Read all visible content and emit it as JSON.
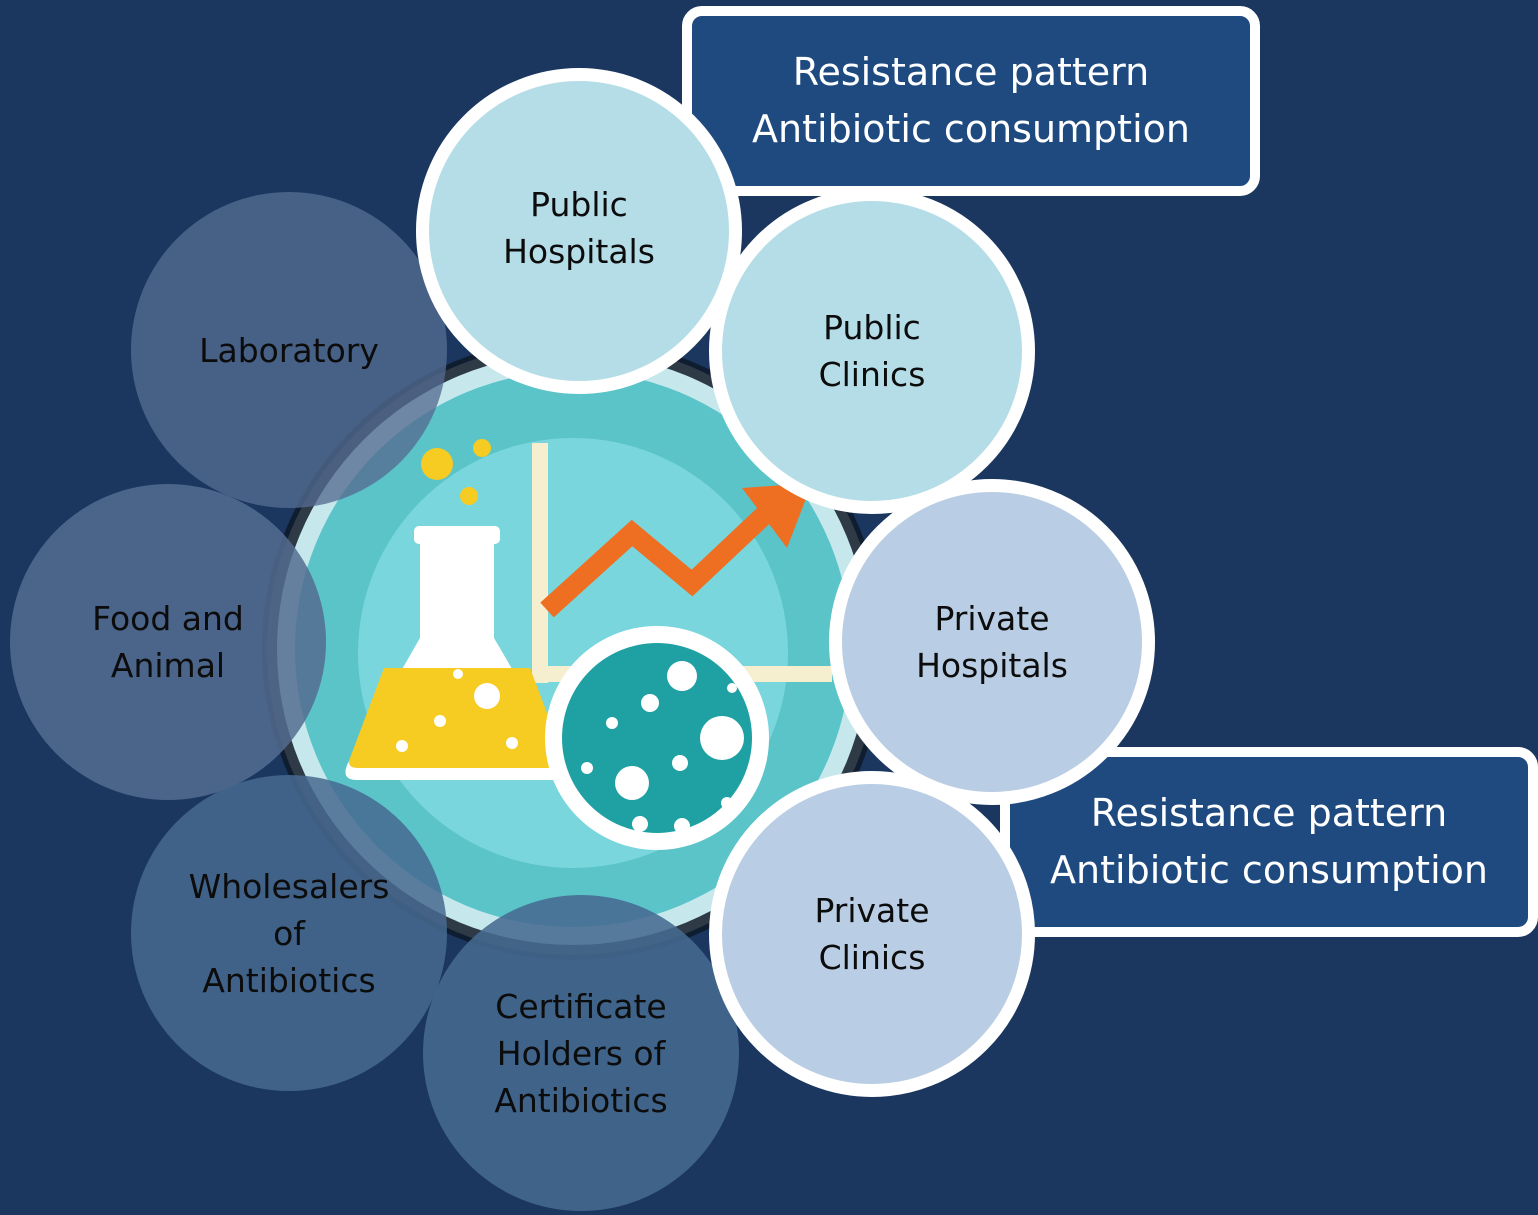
{
  "callouts": [
    {
      "line1": "Resistance pattern",
      "line2": "Antibiotic consumption"
    },
    {
      "line1": "Resistance pattern",
      "line2": "Antibiotic consumption"
    }
  ],
  "nodes": {
    "laboratory": "Laboratory",
    "food_and_animal": "Food and\nAnimal",
    "wholesalers": "Wholesalers\nof\nAntibiotics",
    "certificate_holders": "Certificate\nHolders of\nAntibiotics",
    "public_hospitals": "Public\nHospitals",
    "public_clinics": "Public\nClinics",
    "private_hospitals": "Private\nHospitals",
    "private_clinics": "Private\nClinics"
  },
  "icon": "lab-flask-petri-dish-rising-arrow-icon",
  "colors": {
    "background": "#1b375f",
    "callout_fill": "#1f4a80",
    "dark_node_slate": "#415a7f",
    "dark_node_steel": "#3a5f86",
    "public_node": "#b5dde7",
    "private_node": "#b9cde4",
    "arrow": "#ee6f22",
    "flask_liquid": "#f6cb22",
    "petri": "#1fa0a3"
  }
}
